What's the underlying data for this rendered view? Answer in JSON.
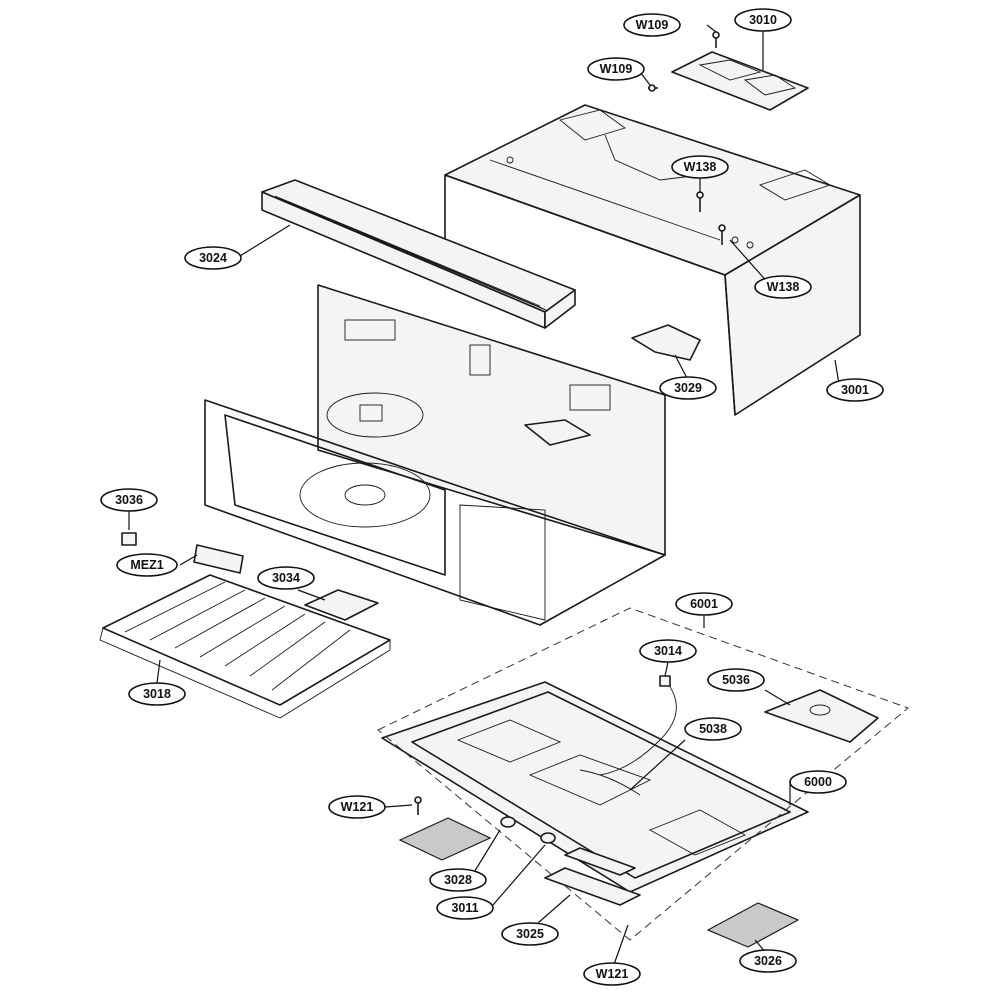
{
  "diagram": {
    "part_labels": {
      "w109_top": "W109",
      "p3010": "3010",
      "w109_mid": "W109",
      "w138_top": "W138",
      "p3024": "3024",
      "w138_right": "W138",
      "p3029": "3029",
      "p3001": "3001",
      "p3036": "3036",
      "mez1": "MEZ1",
      "p3034": "3034",
      "p6001": "6001",
      "p3018": "3018",
      "p3014": "3014",
      "p5036": "5036",
      "p5038": "5038",
      "p6000": "6000",
      "w121_left": "W121",
      "p3028": "3028",
      "p3011": "3011",
      "p3025": "3025",
      "p3026": "3026",
      "w121_bottom": "W121"
    }
  }
}
